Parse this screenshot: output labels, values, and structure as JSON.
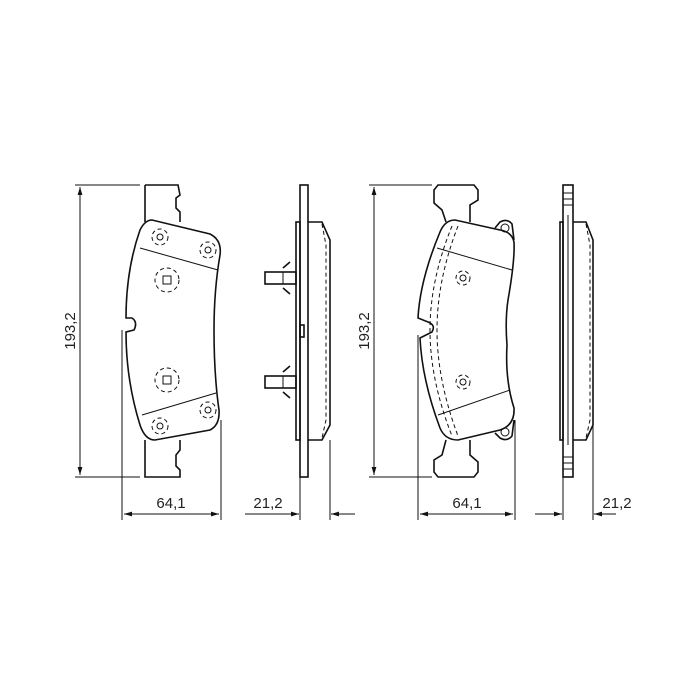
{
  "dimensions": {
    "pad1_height": "193,2",
    "pad1_width": "64,1",
    "pad1_thickness": "21,2",
    "pad2_height": "193,2",
    "pad2_width": "64,1",
    "pad2_thickness": "21,2"
  },
  "line_color": "#111111"
}
